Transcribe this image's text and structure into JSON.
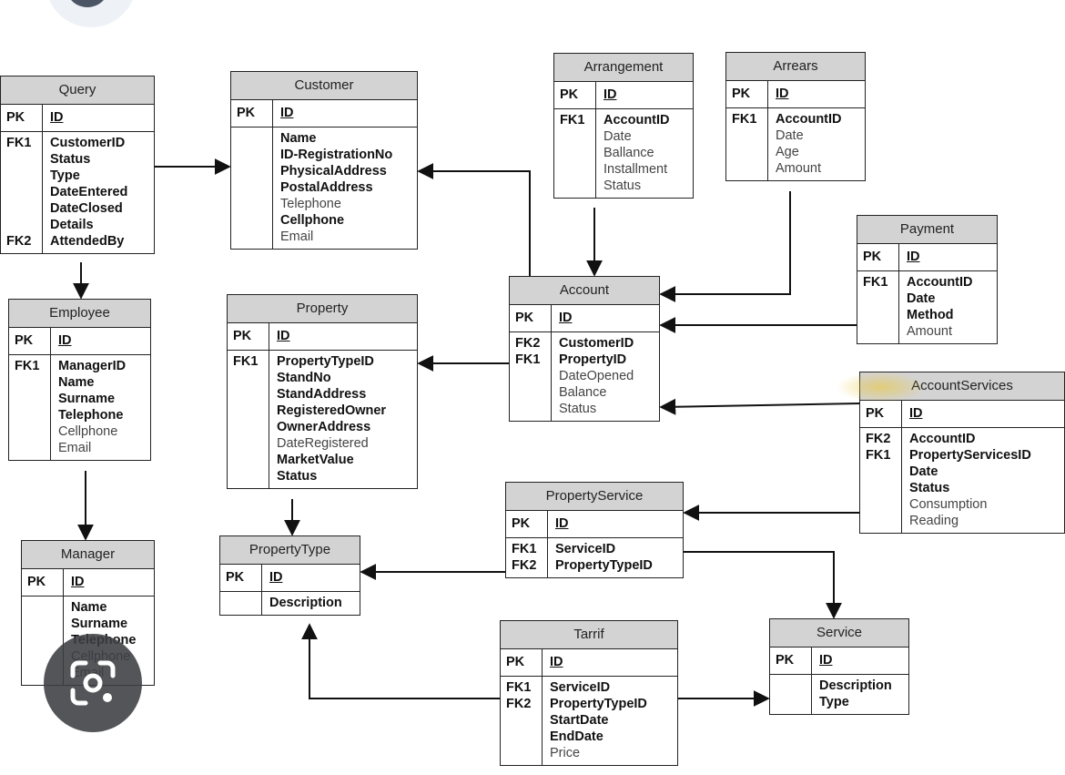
{
  "diagram": {
    "type": "entity-relationship",
    "entities": [
      {
        "id": "query",
        "name": "Query",
        "pk_label": "PK",
        "pk": "ID",
        "fields": [
          {
            "key": "FK1",
            "name": "CustomerID",
            "bold": true
          },
          {
            "key": "",
            "name": "Status",
            "bold": true
          },
          {
            "key": "",
            "name": "Type",
            "bold": true
          },
          {
            "key": "",
            "name": "DateEntered",
            "bold": true
          },
          {
            "key": "",
            "name": "DateClosed",
            "bold": true
          },
          {
            "key": "",
            "name": "Details",
            "bold": true
          },
          {
            "key": "FK2",
            "name": "AttendedBy",
            "bold": true
          }
        ]
      },
      {
        "id": "customer",
        "name": "Customer",
        "pk_label": "PK",
        "pk": "ID",
        "fields": [
          {
            "key": "",
            "name": "Name",
            "bold": true
          },
          {
            "key": "",
            "name": "ID-RegistrationNo",
            "bold": true
          },
          {
            "key": "",
            "name": "PhysicalAddress",
            "bold": true
          },
          {
            "key": "",
            "name": "PostalAddress",
            "bold": true
          },
          {
            "key": "",
            "name": "Telephone",
            "bold": false
          },
          {
            "key": "",
            "name": "Cellphone",
            "bold": true
          },
          {
            "key": "",
            "name": "Email",
            "bold": false
          }
        ]
      },
      {
        "id": "arrangement",
        "name": "Arrangement",
        "pk_label": "PK",
        "pk": "ID",
        "fields": [
          {
            "key": "FK1",
            "name": "AccountID",
            "bold": true
          },
          {
            "key": "",
            "name": "Date",
            "bold": false
          },
          {
            "key": "",
            "name": "Ballance",
            "bold": false
          },
          {
            "key": "",
            "name": "Installment",
            "bold": false
          },
          {
            "key": "",
            "name": "Status",
            "bold": false
          }
        ]
      },
      {
        "id": "arrears",
        "name": "Arrears",
        "pk_label": "PK",
        "pk": "ID",
        "fields": [
          {
            "key": "FK1",
            "name": "AccountID",
            "bold": true
          },
          {
            "key": "",
            "name": "Date",
            "bold": false
          },
          {
            "key": "",
            "name": "Age",
            "bold": false
          },
          {
            "key": "",
            "name": "Amount",
            "bold": false
          }
        ]
      },
      {
        "id": "payment",
        "name": "Payment",
        "pk_label": "PK",
        "pk": "ID",
        "fields": [
          {
            "key": "FK1",
            "name": "AccountID",
            "bold": true
          },
          {
            "key": "",
            "name": "Date",
            "bold": true
          },
          {
            "key": "",
            "name": "Method",
            "bold": true
          },
          {
            "key": "",
            "name": "Amount",
            "bold": false
          }
        ]
      },
      {
        "id": "employee",
        "name": "Employee",
        "pk_label": "PK",
        "pk": "ID",
        "fields": [
          {
            "key": "FK1",
            "name": "ManagerID",
            "bold": true
          },
          {
            "key": "",
            "name": "Name",
            "bold": true
          },
          {
            "key": "",
            "name": "Surname",
            "bold": true
          },
          {
            "key": "",
            "name": "Telephone",
            "bold": true
          },
          {
            "key": "",
            "name": "Cellphone",
            "bold": false
          },
          {
            "key": "",
            "name": "Email",
            "bold": false
          }
        ]
      },
      {
        "id": "property",
        "name": "Property",
        "pk_label": "PK",
        "pk": "ID",
        "fields": [
          {
            "key": "FK1",
            "name": "PropertyTypeID",
            "bold": true
          },
          {
            "key": "",
            "name": "StandNo",
            "bold": true
          },
          {
            "key": "",
            "name": "StandAddress",
            "bold": true
          },
          {
            "key": "",
            "name": "RegisteredOwner",
            "bold": true
          },
          {
            "key": "",
            "name": "OwnerAddress",
            "bold": true
          },
          {
            "key": "",
            "name": "DateRegistered",
            "bold": false
          },
          {
            "key": "",
            "name": "MarketValue",
            "bold": true
          },
          {
            "key": "",
            "name": "Status",
            "bold": true
          }
        ]
      },
      {
        "id": "account",
        "name": "Account",
        "pk_label": "PK",
        "pk": "ID",
        "fields": [
          {
            "key": "FK2",
            "name": "CustomerID",
            "bold": true
          },
          {
            "key": "FK1",
            "name": "PropertyID",
            "bold": true
          },
          {
            "key": "",
            "name": "DateOpened",
            "bold": false
          },
          {
            "key": "",
            "name": "Balance",
            "bold": false
          },
          {
            "key": "",
            "name": "Status",
            "bold": false
          }
        ]
      },
      {
        "id": "accountservices",
        "name": "AccountServices",
        "pk_label": "PK",
        "pk": "ID",
        "fields": [
          {
            "key": "FK2",
            "name": "AccountID",
            "bold": true
          },
          {
            "key": "FK1",
            "name": "PropertyServicesID",
            "bold": true
          },
          {
            "key": "",
            "name": "Date",
            "bold": true
          },
          {
            "key": "",
            "name": "Status",
            "bold": true
          },
          {
            "key": "",
            "name": "Consumption",
            "bold": false
          },
          {
            "key": "",
            "name": "Reading",
            "bold": false
          }
        ]
      },
      {
        "id": "manager",
        "name": "Manager",
        "pk_label": "PK",
        "pk": "ID",
        "fields": [
          {
            "key": "",
            "name": "Name",
            "bold": true
          },
          {
            "key": "",
            "name": "Surname",
            "bold": true
          },
          {
            "key": "",
            "name": "Telephone",
            "bold": true
          },
          {
            "key": "",
            "name": "Cellphone",
            "bold": false
          },
          {
            "key": "",
            "name": "Email",
            "bold": false
          }
        ]
      },
      {
        "id": "propertytype",
        "name": "PropertyType",
        "pk_label": "PK",
        "pk": "ID",
        "fields": [
          {
            "key": "",
            "name": "Description",
            "bold": true
          }
        ]
      },
      {
        "id": "propertyservice",
        "name": "PropertyService",
        "pk_label": "PK",
        "pk": "ID",
        "fields": [
          {
            "key": "FK1",
            "name": "ServiceID",
            "bold": true
          },
          {
            "key": "FK2",
            "name": "PropertyTypeID",
            "bold": true
          }
        ]
      },
      {
        "id": "tarrif",
        "name": "Tarrif",
        "pk_label": "PK",
        "pk": "ID",
        "fields": [
          {
            "key": "FK1",
            "name": "ServiceID",
            "bold": true
          },
          {
            "key": "FK2",
            "name": "PropertyTypeID",
            "bold": true
          },
          {
            "key": "",
            "name": "StartDate",
            "bold": true
          },
          {
            "key": "",
            "name": "EndDate",
            "bold": true
          },
          {
            "key": "",
            "name": "Price",
            "bold": false
          }
        ]
      },
      {
        "id": "service",
        "name": "Service",
        "pk_label": "PK",
        "pk": "ID",
        "fields": [
          {
            "key": "",
            "name": "Description",
            "bold": true
          },
          {
            "key": "",
            "name": "Type",
            "bold": true
          }
        ]
      }
    ],
    "relationships": [
      {
        "from": "query",
        "to": "customer"
      },
      {
        "from": "query",
        "to": "employee"
      },
      {
        "from": "employee",
        "to": "manager"
      },
      {
        "from": "account",
        "to": "customer"
      },
      {
        "from": "arrangement",
        "to": "account"
      },
      {
        "from": "arrears",
        "to": "account"
      },
      {
        "from": "payment",
        "to": "account"
      },
      {
        "from": "accountservices",
        "to": "account"
      },
      {
        "from": "account",
        "to": "property"
      },
      {
        "from": "property",
        "to": "propertytype"
      },
      {
        "from": "propertyservice",
        "to": "propertytype"
      },
      {
        "from": "accountservices",
        "to": "propertyservice"
      },
      {
        "from": "propertyservice",
        "to": "service"
      },
      {
        "from": "tarrif",
        "to": "propertytype"
      },
      {
        "from": "tarrif",
        "to": "service"
      }
    ]
  },
  "colors": {
    "header_fill": "#d3d3d3",
    "line": "#111111",
    "overlay_button": "#3c3e42"
  },
  "overlay": {
    "icon": "google-lens-icon"
  }
}
